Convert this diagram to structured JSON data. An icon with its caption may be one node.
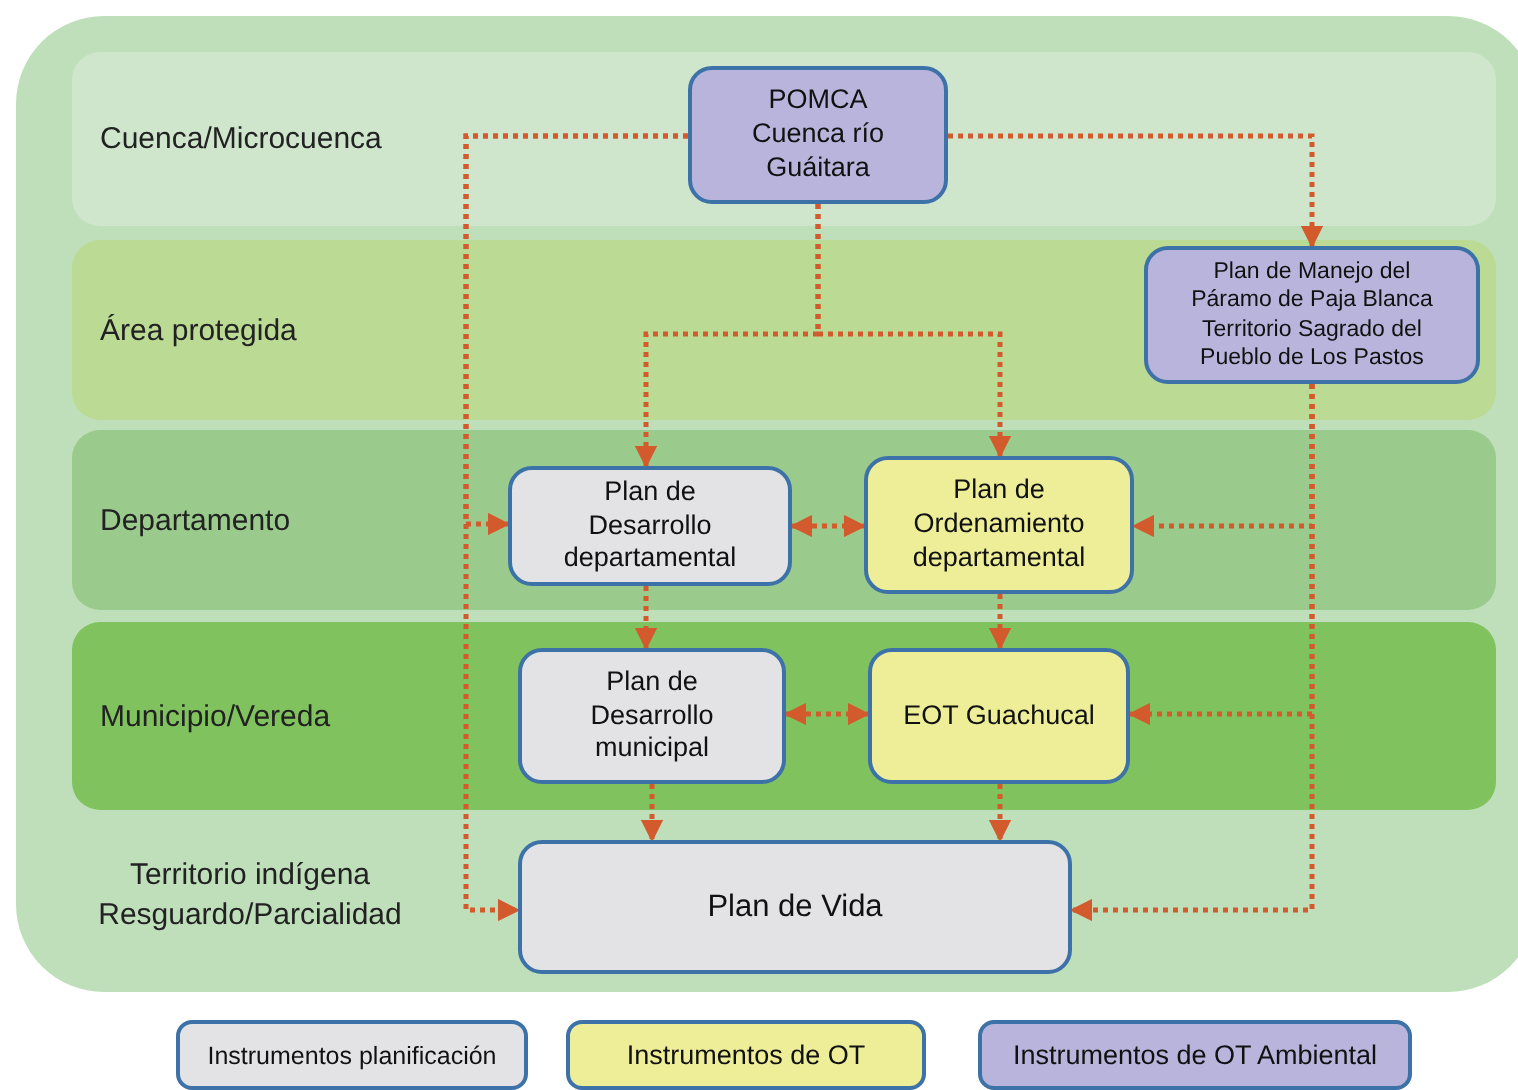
{
  "diagram": {
    "nodes": [
      {
        "text": [
          "Cuenca/Microcuenca"
        ]
      },
      {
        "text": [
          "POMCA Cuenca río Guáitara"
        ],
        "in": 0
      },
      {
        "text": [
          "Área protegida"
        ]
      },
      {
        "text": [
          "Plan de Manejo del Páramo de Paja Blanca Territorio Sagrado del Pueblo de Los Pastos"
        ],
        "in": 2
      },
      {
        "text": [
          "Departamento"
        ]
      },
      {
        "text": [
          "Plan de Desarrollo departamental"
        ],
        "in": 4
      },
      {
        "text": [
          "Plan de Ordenamiento departamental"
        ],
        "in": 4
      },
      {
        "text": [
          "Municipio/Vereda"
        ]
      },
      {
        "text": [
          "Plan de Desarrollo municipal"
        ],
        "in": 7
      },
      {
        "text": [
          "EOT Guachucal"
        ],
        "in": 7
      },
      {
        "text": [
          "Plan de Vida"
        ]
      }
    ],
    "edges": [
      {
        "from": 1,
        "to": 5,
        "arrow": "to"
      },
      {
        "from": 1,
        "to": 6,
        "arrow": "to"
      },
      {
        "from": 1,
        "to": 5,
        "arrow": "to"
      },
      {
        "from": 1,
        "to": 10,
        "arrow": "to"
      },
      {
        "from": 1,
        "to": 3,
        "arrow": "to"
      },
      {
        "from": 3,
        "to": 6,
        "arrow": "to"
      },
      {
        "from": 3,
        "to": 9,
        "arrow": "to"
      },
      {
        "from": 3,
        "to": 10,
        "arrow": "to"
      },
      {
        "from": 5,
        "to": 6,
        "arrow": "both"
      },
      {
        "from": 5,
        "to": 8,
        "arrow": "to"
      },
      {
        "from": 6,
        "to": 9,
        "arrow": "to"
      },
      {
        "from": 8,
        "to": 9,
        "arrow": "both"
      },
      {
        "from": 8,
        "to": 10,
        "arrow": "to"
      },
      {
        "from": 9,
        "to": 10,
        "arrow": "to"
      }
    ],
    "labels": [
      "Territorio indígena Resguardo/Parcialidad"
    ],
    "legend": [
      {
        "text": "Instrumentos planificación",
        "color": "#e3e3e6"
      },
      {
        "text": "Instrumentos de OT",
        "color": "#eeee99"
      },
      {
        "text": "Instrumentos de OT Ambiental",
        "color": "#b8b4dc"
      }
    ]
  }
}
